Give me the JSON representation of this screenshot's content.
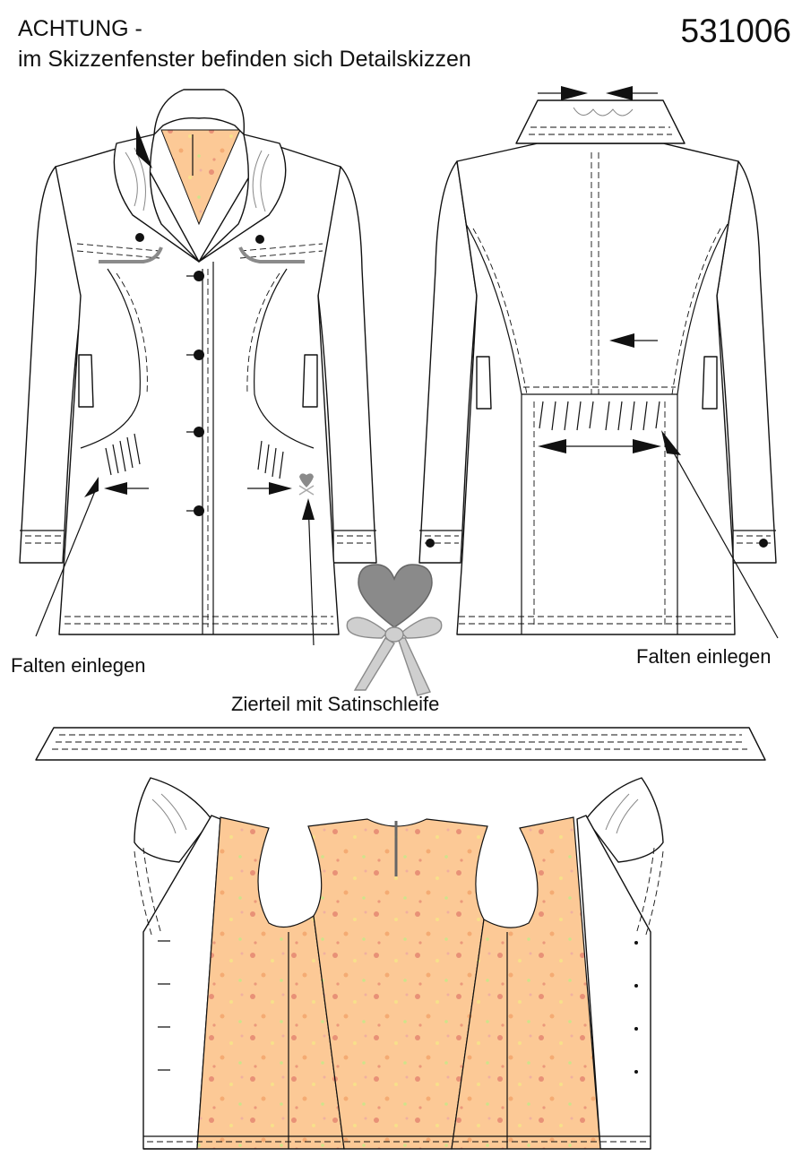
{
  "header": {
    "warning_line1": "ACHTUNG -",
    "warning_line2": "im Skizzenfenster befinden sich Detailskizzen",
    "article_number": "531006"
  },
  "labels": {
    "front_pleats": "Falten einlegen",
    "back_pleats": "Falten einlegen",
    "ornament": "Zierteil mit Satinschleife"
  },
  "colors": {
    "lining": "#fcc996",
    "dots": [
      "#e07a6a",
      "#f2a46a",
      "#f7e08a",
      "#cfe38a",
      "#f0b0a0"
    ],
    "ornament": "#8a8a8a",
    "bow": "#bdbdbd"
  }
}
